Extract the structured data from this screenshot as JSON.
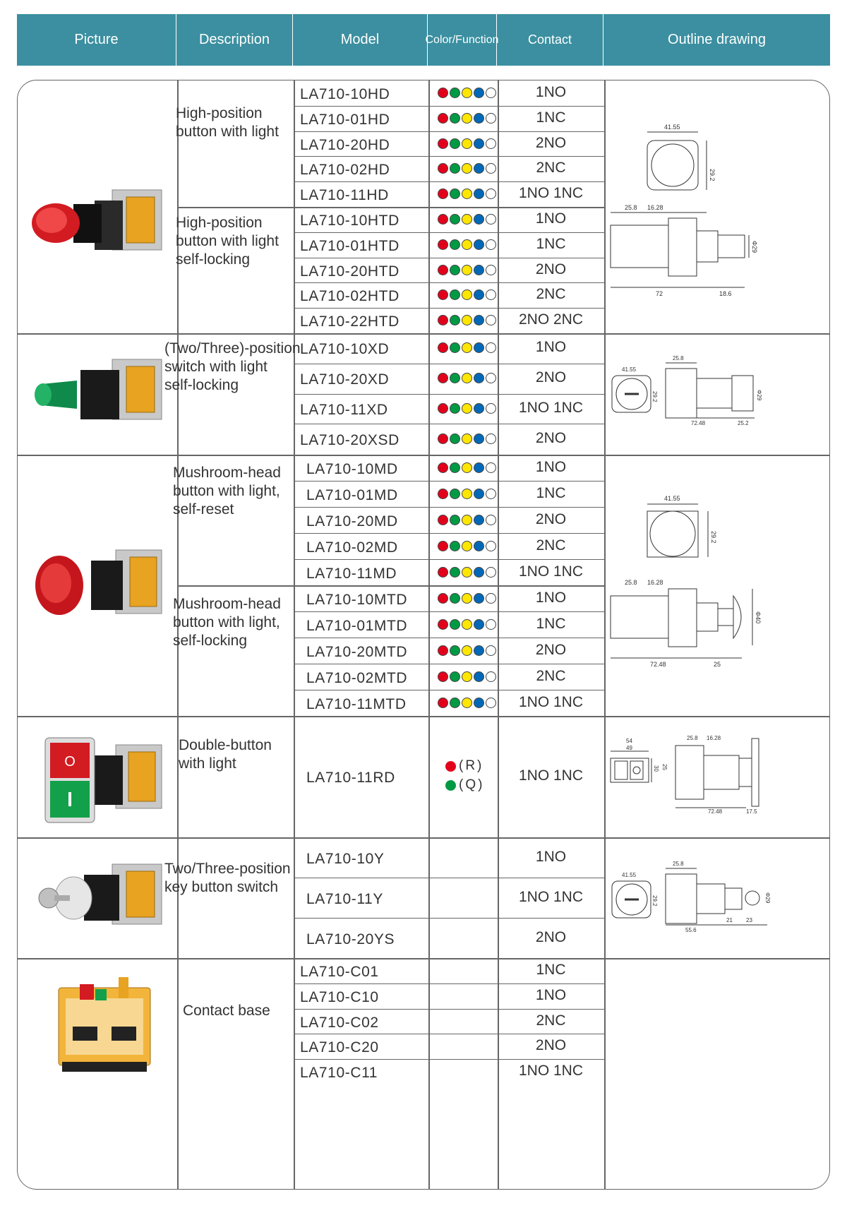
{
  "header": {
    "picture": "Picture",
    "description": "Description",
    "model": "Model",
    "color_function": "Color/Function",
    "contact": "Contact",
    "outline": "Outline drawing"
  },
  "colors": {
    "header_bg": "#3b8fa0",
    "dot_colors": [
      "#e3001b",
      "#009944",
      "#ffe600",
      "#0068b7",
      "#ffffff"
    ]
  },
  "groups": [
    {
      "description": [
        "High-position",
        "button with light"
      ],
      "rows": [
        {
          "model": "LA710-10HD",
          "contact": "1NO"
        },
        {
          "model": "LA710-01HD",
          "contact": "1NC"
        },
        {
          "model": "LA710-20HD",
          "contact": "2NO"
        },
        {
          "model": "LA710-02HD",
          "contact": "2NC"
        },
        {
          "model": "LA710-11HD",
          "contact": "1NO 1NC"
        }
      ]
    },
    {
      "description": [
        "High-position",
        "button with light",
        "self-locking"
      ],
      "rows": [
        {
          "model": "LA710-10HTD",
          "contact": "1NO"
        },
        {
          "model": "LA710-01HTD",
          "contact": "1NC"
        },
        {
          "model": "LA710-20HTD",
          "contact": "2NO"
        },
        {
          "model": "LA710-02HTD",
          "contact": "2NC"
        },
        {
          "model": "LA710-22HTD",
          "contact": "2NO 2NC"
        }
      ]
    },
    {
      "description": [
        "(Two/Three)-position",
        "switch with light",
        "self-locking"
      ],
      "rows": [
        {
          "model": "LA710-10XD",
          "contact": "1NO"
        },
        {
          "model": "LA710-20XD",
          "contact": "2NO"
        },
        {
          "model": "LA710-11XD",
          "contact": "1NO 1NC"
        },
        {
          "model": "LA710-20XSD",
          "contact": "2NO"
        }
      ]
    },
    {
      "description": [
        "Mushroom-head",
        "button with light,",
        "self-reset"
      ],
      "rows": [
        {
          "model": "LA710-10MD",
          "contact": "1NO"
        },
        {
          "model": "LA710-01MD",
          "contact": "1NC"
        },
        {
          "model": "LA710-20MD",
          "contact": "2NO"
        },
        {
          "model": "LA710-02MD",
          "contact": "2NC"
        },
        {
          "model": "LA710-11MD",
          "contact": "1NO 1NC"
        }
      ]
    },
    {
      "description": [
        "Mushroom-head",
        "button with light,",
        "self-locking"
      ],
      "rows": [
        {
          "model": "LA710-10MTD",
          "contact": "1NO"
        },
        {
          "model": "LA710-01MTD",
          "contact": "1NC"
        },
        {
          "model": "LA710-20MTD",
          "contact": "2NO"
        },
        {
          "model": "LA710-02MTD",
          "contact": "2NC"
        },
        {
          "model": "LA710-11MTD",
          "contact": "1NO 1NC"
        }
      ]
    },
    {
      "description": [
        "Double-button",
        "with light"
      ],
      "rows": [
        {
          "model": "LA710-11RD",
          "contact": "1NO 1NC",
          "color_labels": [
            "(R)",
            "(Q)"
          ]
        }
      ]
    },
    {
      "description": [
        "Two/Three-position",
        "key button switch"
      ],
      "rows": [
        {
          "model": "LA710-10Y",
          "contact": "1NO"
        },
        {
          "model": "LA710-11Y",
          "contact": "1NO 1NC"
        },
        {
          "model": "LA710-20YS",
          "contact": "2NO"
        }
      ]
    },
    {
      "description": [
        "Contact base"
      ],
      "rows": [
        {
          "model": "LA710-C01",
          "contact": "1NC"
        },
        {
          "model": "LA710-C10",
          "contact": "1NO"
        },
        {
          "model": "LA710-C02",
          "contact": "2NC"
        },
        {
          "model": "LA710-C20",
          "contact": "2NO"
        },
        {
          "model": "LA710-C11",
          "contact": "1NO 1NC"
        }
      ]
    }
  ],
  "drawings": {
    "hd_front": [
      "41.55",
      "29.2"
    ],
    "hd_side": [
      "25.8",
      "16.28",
      "72",
      "18.6",
      "Φ29"
    ],
    "xd": [
      "41.55",
      "29.2",
      "25.8",
      "72.48",
      "25.2",
      "Φ29"
    ],
    "md_front": [
      "41.55",
      "29.2"
    ],
    "md_side": [
      "25.8",
      "16.28",
      "72.48",
      "25",
      "Φ40"
    ],
    "rd": [
      "54",
      "49",
      "30",
      "25",
      "25.8",
      "16.28",
      "72.48",
      "17.5"
    ],
    "y": [
      "41.55",
      "29.2",
      "25.8",
      "55.6",
      "21",
      "23",
      "Φ29"
    ]
  },
  "images": {
    "hd": "red-raised-button",
    "xd": "green-selector-switch",
    "md": "red-mushroom-button",
    "rd": "double-button-red-green",
    "y": "key-switch",
    "c": "contact-base-block"
  }
}
